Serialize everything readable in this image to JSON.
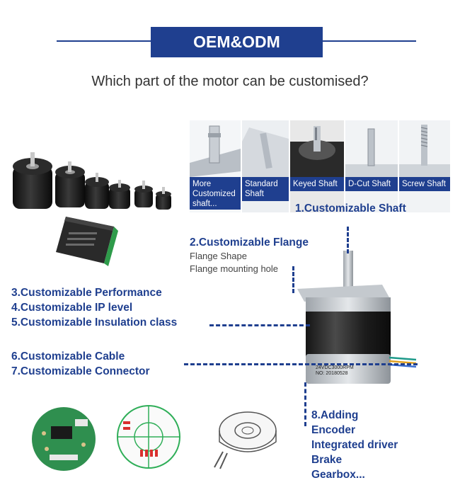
{
  "header": {
    "banner": "OEM&ODM",
    "question": "Which part of the motor can be customised?"
  },
  "shafts": [
    {
      "label": "More Customized shaft..."
    },
    {
      "label": "Standard Shaft"
    },
    {
      "label": "Keyed Shaft"
    },
    {
      "label": "D-Cut Shaft"
    },
    {
      "label": "Screw Shaft"
    }
  ],
  "shaft_heading": "1.Customizable Shaft",
  "flange": {
    "heading": "2.Customizable Flange",
    "line1": "Flange Shape",
    "line2": "Flange mounting hole"
  },
  "performance": [
    "3.Customizable Performance",
    "4.Customizable IP level",
    "5.Customizable Insulation class"
  ],
  "cable": [
    "6.Customizable Cable",
    "7.Customizable Connector"
  ],
  "extras": [
    "8.Adding",
    "Encoder",
    "Integrated driver",
    "Brake",
    "Gearbox..."
  ],
  "motor_label": {
    "line1": "24VDC3000RPM",
    "line2": "NO: 20180528"
  },
  "colors": {
    "accent": "#1f3f8f",
    "driver_green": "#2e9b4a",
    "pcb_green": "#2f8f4f"
  }
}
